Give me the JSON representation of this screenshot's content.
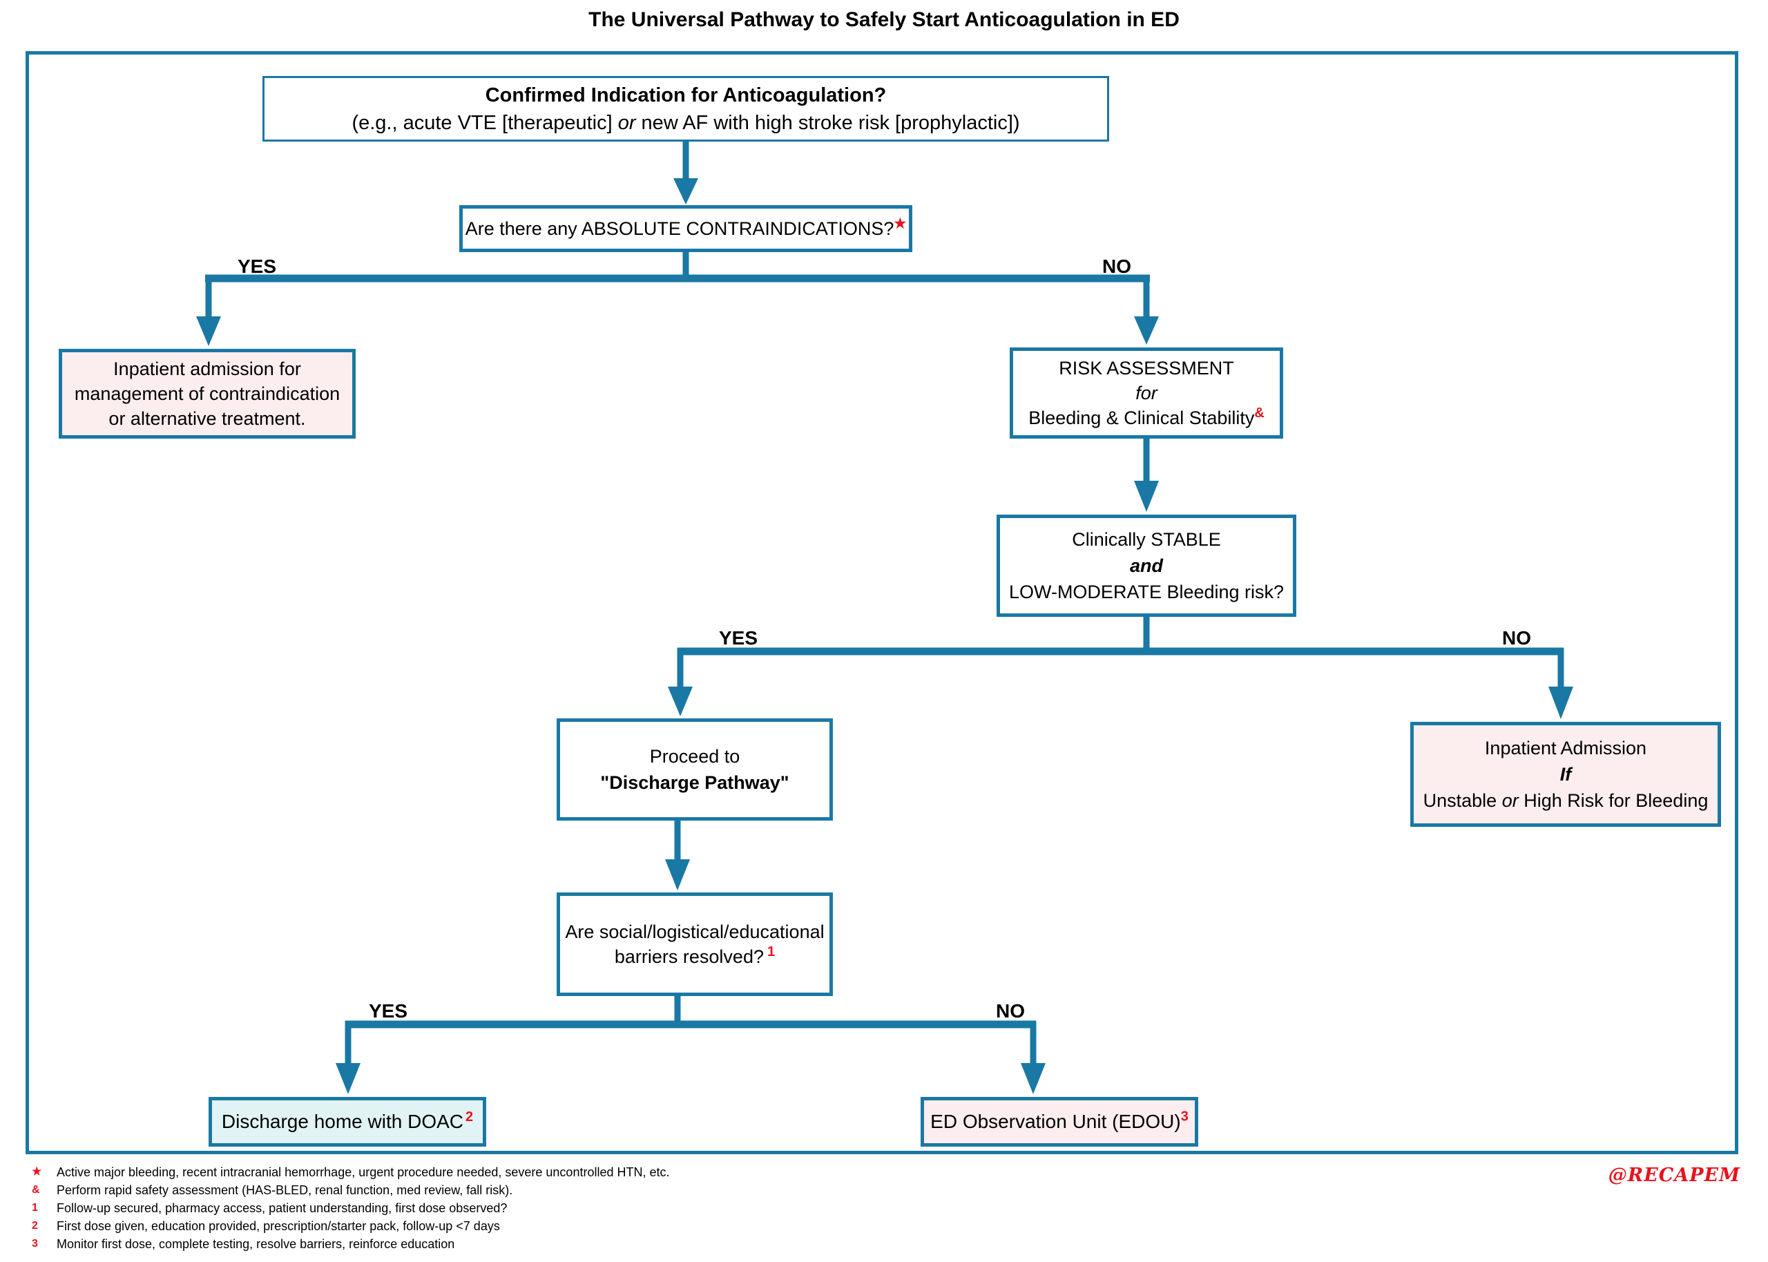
{
  "title": "The Universal Pathway to Safely Start Anticoagulation in ED",
  "watermark": "@RECAPEM",
  "colors": {
    "teal": "#1A78A4",
    "pink_fill": "#FCEDEE",
    "cyan_fill": "#E1F3F4",
    "red": "#E8121C"
  },
  "nodes": {
    "indication": {
      "line1": "Confirmed Indication for Anticoagulation?",
      "line2_pre": "(e.g., acute VTE [therapeutic] ",
      "line2_italic": "or",
      "line2_post": " new AF with high stroke risk [prophylactic])"
    },
    "contraindications": {
      "text": "Are there any ABSOLUTE CONTRAINDICATIONS?",
      "marker": "★"
    },
    "inpatient_contraindication": {
      "line1": "Inpatient admission for",
      "line2": "management of contraindication",
      "line3": "or alternative treatment."
    },
    "risk_assessment": {
      "line1": "RISK ASSESSMENT",
      "line2": "for",
      "line3": "Bleeding & Clinical Stability",
      "marker": "&"
    },
    "stability_question": {
      "line1": "Clinically STABLE",
      "line2": "and",
      "line3": "LOW-MODERATE Bleeding risk?"
    },
    "discharge_pathway": {
      "line1": "Proceed to",
      "line2": "\"Discharge Pathway\""
    },
    "inpatient_unstable": {
      "line1": "Inpatient Admission",
      "line2": "If",
      "line3_pre": "Unstable ",
      "line3_italic": "or",
      "line3_post": " High Risk for Bleeding"
    },
    "barriers_question": {
      "line1": "Are social/logistical/educational",
      "line2": "barriers resolved?",
      "marker": "1"
    },
    "discharge_home": {
      "text": "Discharge home with DOAC",
      "marker": "2"
    },
    "edou": {
      "text": "ED Observation Unit (EDOU)",
      "marker": "3"
    }
  },
  "labels": {
    "yes1": "YES",
    "no1": "NO",
    "yes2": "YES",
    "no2": "NO",
    "yes3": "YES",
    "no3": "NO"
  },
  "footnotes": [
    {
      "marker": "★",
      "text": "Active major bleeding, recent intracranial hemorrhage, urgent procedure needed, severe uncontrolled HTN, etc."
    },
    {
      "marker": "&",
      "text": "Perform rapid safety assessment (HAS-BLED, renal function, med review, fall risk)."
    },
    {
      "marker": "1",
      "text": "Follow-up secured, pharmacy access, patient understanding, first dose observed?"
    },
    {
      "marker": "2",
      "text": "First dose given, education provided, prescription/starter pack, follow-up <7 days"
    },
    {
      "marker": "3",
      "text": "Monitor first dose, complete testing, resolve barriers, reinforce education"
    }
  ]
}
